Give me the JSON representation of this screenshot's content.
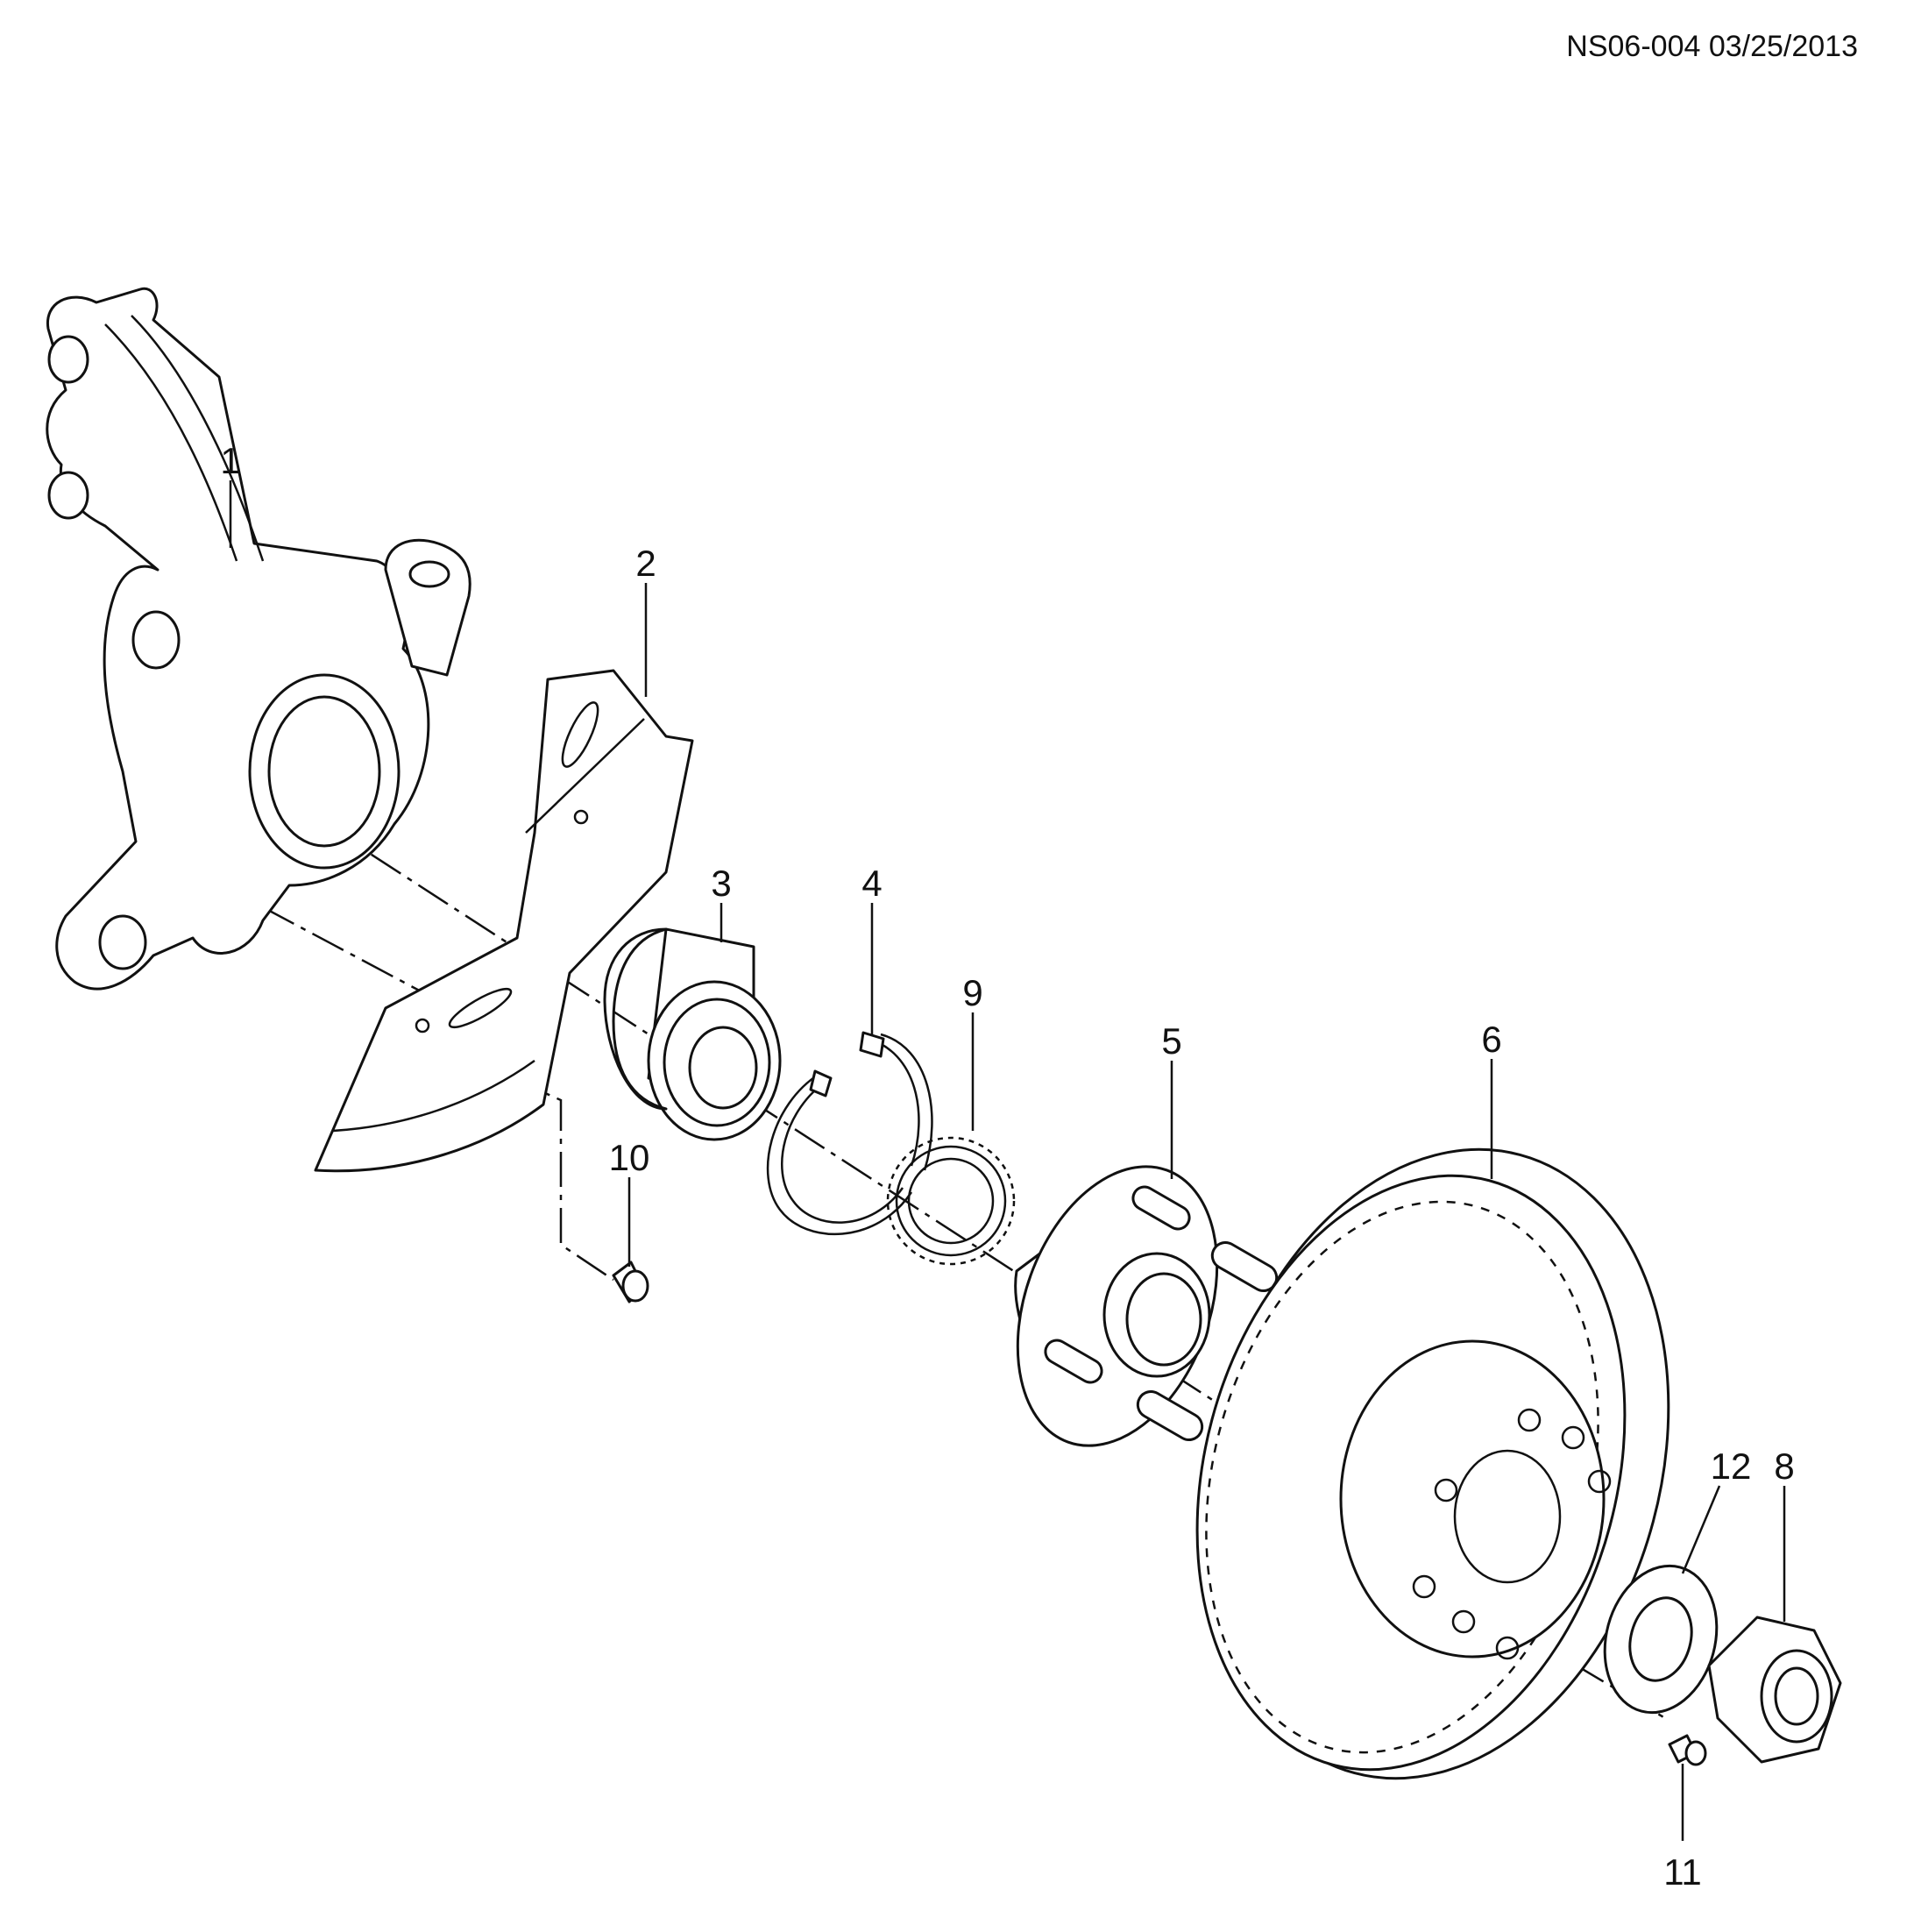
{
  "header": {
    "drawing_code": "NS06-004 03/25/2013"
  },
  "callouts": [
    "1",
    "2",
    "3",
    "4",
    "9",
    "5",
    "6",
    "10",
    "12",
    "8",
    "11"
  ]
}
